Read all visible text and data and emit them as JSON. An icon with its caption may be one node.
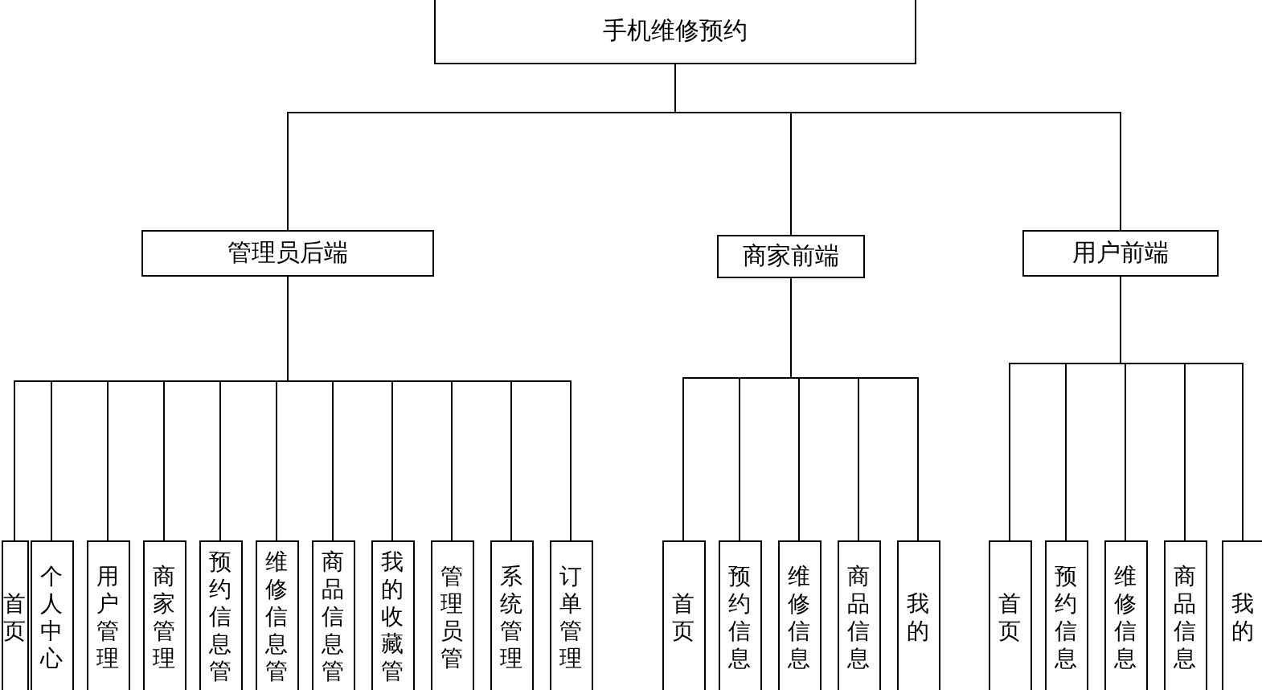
{
  "diagram": {
    "nodes": [
      {
        "text": [
          "手机维修预约"
        ]
      },
      {
        "text": [
          "管理员后端"
        ]
      },
      {
        "text": [
          "商家前端"
        ]
      },
      {
        "text": [
          "用户前端"
        ]
      },
      {
        "text": [
          "首页"
        ]
      },
      {
        "text": [
          "个人中心"
        ]
      },
      {
        "text": [
          "用户管理"
        ]
      },
      {
        "text": [
          "商家管理"
        ]
      },
      {
        "text": [
          "预约信息管"
        ]
      },
      {
        "text": [
          "维修信息管"
        ]
      },
      {
        "text": [
          "商品信息管"
        ]
      },
      {
        "text": [
          "我的收藏管"
        ]
      },
      {
        "text": [
          "管理员管"
        ]
      },
      {
        "text": [
          "系统管理"
        ]
      },
      {
        "text": [
          "订单管理"
        ]
      },
      {
        "text": [
          "首页"
        ]
      },
      {
        "text": [
          "预约信息"
        ]
      },
      {
        "text": [
          "维修信息"
        ]
      },
      {
        "text": [
          "商品信息"
        ]
      },
      {
        "text": [
          "我的"
        ]
      },
      {
        "text": [
          "首页"
        ]
      },
      {
        "text": [
          "预约信息"
        ]
      },
      {
        "text": [
          "维修信息"
        ]
      },
      {
        "text": [
          "商品信息"
        ]
      },
      {
        "text": [
          "我的"
        ]
      }
    ],
    "edges": [
      {
        "from": 0,
        "to": 1,
        "arrow": "none"
      },
      {
        "from": 0,
        "to": 2,
        "arrow": "none"
      },
      {
        "from": 0,
        "to": 3,
        "arrow": "none"
      },
      {
        "from": 1,
        "to": 4,
        "arrow": "none"
      },
      {
        "from": 1,
        "to": 5,
        "arrow": "none"
      },
      {
        "from": 1,
        "to": 6,
        "arrow": "none"
      },
      {
        "from": 1,
        "to": 7,
        "arrow": "none"
      },
      {
        "from": 1,
        "to": 8,
        "arrow": "none"
      },
      {
        "from": 1,
        "to": 9,
        "arrow": "none"
      },
      {
        "from": 1,
        "to": 10,
        "arrow": "none"
      },
      {
        "from": 1,
        "to": 11,
        "arrow": "none"
      },
      {
        "from": 1,
        "to": 12,
        "arrow": "none"
      },
      {
        "from": 1,
        "to": 13,
        "arrow": "none"
      },
      {
        "from": 1,
        "to": 14,
        "arrow": "none"
      },
      {
        "from": 2,
        "to": 15,
        "arrow": "none"
      },
      {
        "from": 2,
        "to": 16,
        "arrow": "none"
      },
      {
        "from": 2,
        "to": 17,
        "arrow": "none"
      },
      {
        "from": 2,
        "to": 18,
        "arrow": "none"
      },
      {
        "from": 2,
        "to": 19,
        "arrow": "none"
      },
      {
        "from": 3,
        "to": 20,
        "arrow": "none"
      },
      {
        "from": 3,
        "to": 21,
        "arrow": "none"
      },
      {
        "from": 3,
        "to": 22,
        "arrow": "none"
      },
      {
        "from": 3,
        "to": 23,
        "arrow": "none"
      },
      {
        "from": 3,
        "to": 24,
        "arrow": "none"
      }
    ]
  }
}
